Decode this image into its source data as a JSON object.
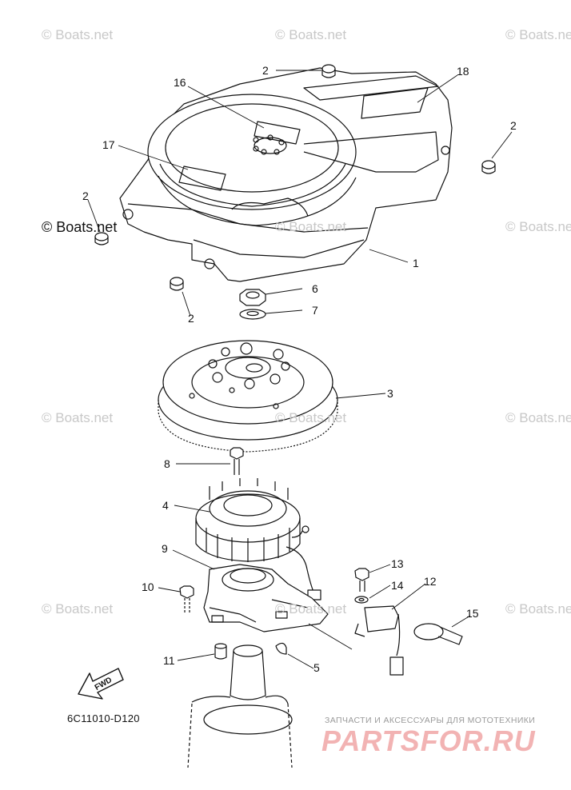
{
  "watermark": "© Boats.net",
  "callouts": [
    {
      "id": "c2a",
      "text": "2"
    },
    {
      "id": "c18",
      "text": "18"
    },
    {
      "id": "c16",
      "text": "16"
    },
    {
      "id": "c2b",
      "text": "2"
    },
    {
      "id": "c17",
      "text": "17"
    },
    {
      "id": "c2c",
      "text": "2"
    },
    {
      "id": "c1",
      "text": "1"
    },
    {
      "id": "c6",
      "text": "6"
    },
    {
      "id": "c7",
      "text": "7"
    },
    {
      "id": "c2d",
      "text": "2"
    },
    {
      "id": "c3",
      "text": "3"
    },
    {
      "id": "c8",
      "text": "8"
    },
    {
      "id": "c4",
      "text": "4"
    },
    {
      "id": "c9",
      "text": "9"
    },
    {
      "id": "c13",
      "text": "13"
    },
    {
      "id": "c14",
      "text": "14"
    },
    {
      "id": "c12",
      "text": "12"
    },
    {
      "id": "c10",
      "text": "10"
    },
    {
      "id": "c15",
      "text": "15"
    },
    {
      "id": "c11",
      "text": "11"
    },
    {
      "id": "c5",
      "text": "5"
    }
  ],
  "fwd_label": "FWD",
  "diagram_code": "6C11010-D120",
  "shop": {
    "tagline": "ЗАПЧАСТИ И АКСЕССУАРЫ ДЛЯ МОТОТЕХНИКИ",
    "logo": "PARTSFOR.RU"
  }
}
